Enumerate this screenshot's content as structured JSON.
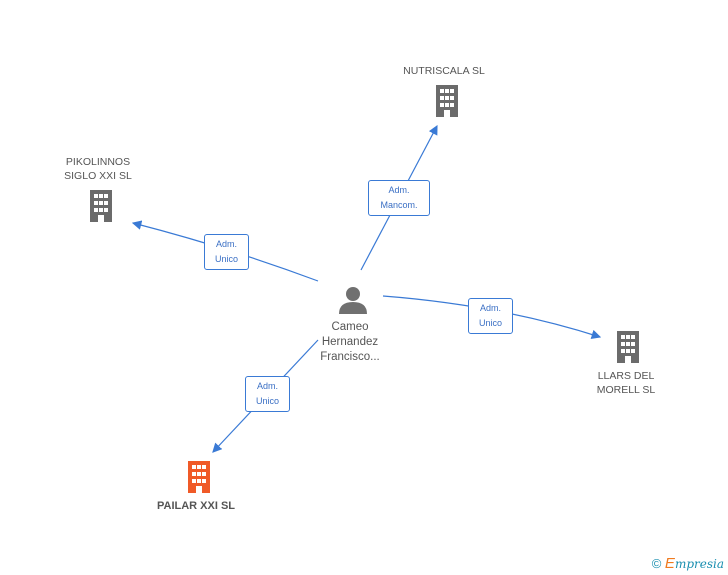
{
  "person": {
    "name": "Cameo\nHernandez\nFrancisco..."
  },
  "companies": [
    {
      "id": "nutriscala",
      "name": "NUTRISCALA SL"
    },
    {
      "id": "pikolinnos",
      "name": "PIKOLINNOS\nSIGLO XXI  SL"
    },
    {
      "id": "llars",
      "name": "LLARS DEL\nMORELL SL"
    },
    {
      "id": "pailar",
      "name": "PAILAR XXI SL"
    }
  ],
  "edges": [
    {
      "to": "nutriscala",
      "label": "Adm.\nMancom."
    },
    {
      "to": "pikolinnos",
      "label": "Adm.\nUnico"
    },
    {
      "to": "llars",
      "label": "Adm.\nUnico"
    },
    {
      "to": "pailar",
      "label": "Adm.\nUnico"
    }
  ],
  "colors": {
    "edge": "#3a7ad5",
    "building": "#6b6b6b",
    "building_highlight": "#f05a28",
    "person": "#707070"
  },
  "footer": {
    "copyright": "©",
    "brand_initial": "E",
    "brand_rest": "mpresia"
  }
}
